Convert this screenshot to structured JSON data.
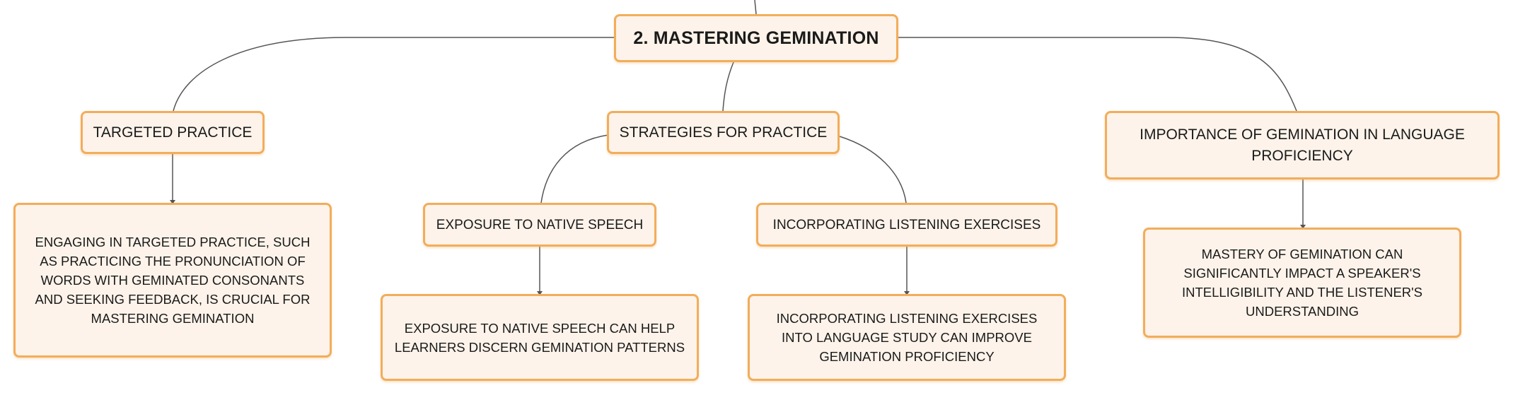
{
  "diagram": {
    "root": "2. MASTERING GEMINATION",
    "branches": {
      "targeted_practice": {
        "label": "TARGETED PRACTICE",
        "detail": "ENGAGING IN TARGETED PRACTICE, SUCH AS PRACTICING THE PRONUNCIATION OF WORDS WITH GEMINATED CONSONANTS AND SEEKING FEEDBACK, IS CRUCIAL FOR MASTERING GEMINATION"
      },
      "strategies": {
        "label": "STRATEGIES FOR PRACTICE",
        "native_speech": {
          "label": "EXPOSURE TO NATIVE SPEECH",
          "detail": "EXPOSURE TO NATIVE SPEECH CAN HELP LEARNERS DISCERN GEMINATION PATTERNS"
        },
        "listening": {
          "label": "INCORPORATING LISTENING EXERCISES",
          "detail": "INCORPORATING LISTENING EXERCISES INTO LANGUAGE STUDY CAN IMPROVE GEMINATION PROFICIENCY"
        }
      },
      "importance": {
        "label": "IMPORTANCE OF GEMINATION IN LANGUAGE PROFICIENCY",
        "detail": "MASTERY OF GEMINATION CAN SIGNIFICANTLY IMPACT A SPEAKER'S INTELLIGIBILITY AND THE LISTENER'S UNDERSTANDING"
      }
    }
  },
  "colors": {
    "node_fill": "#fdf3ea",
    "node_border": "#f2ad5b",
    "connector": "#555555",
    "text": "#1a1a1a"
  }
}
